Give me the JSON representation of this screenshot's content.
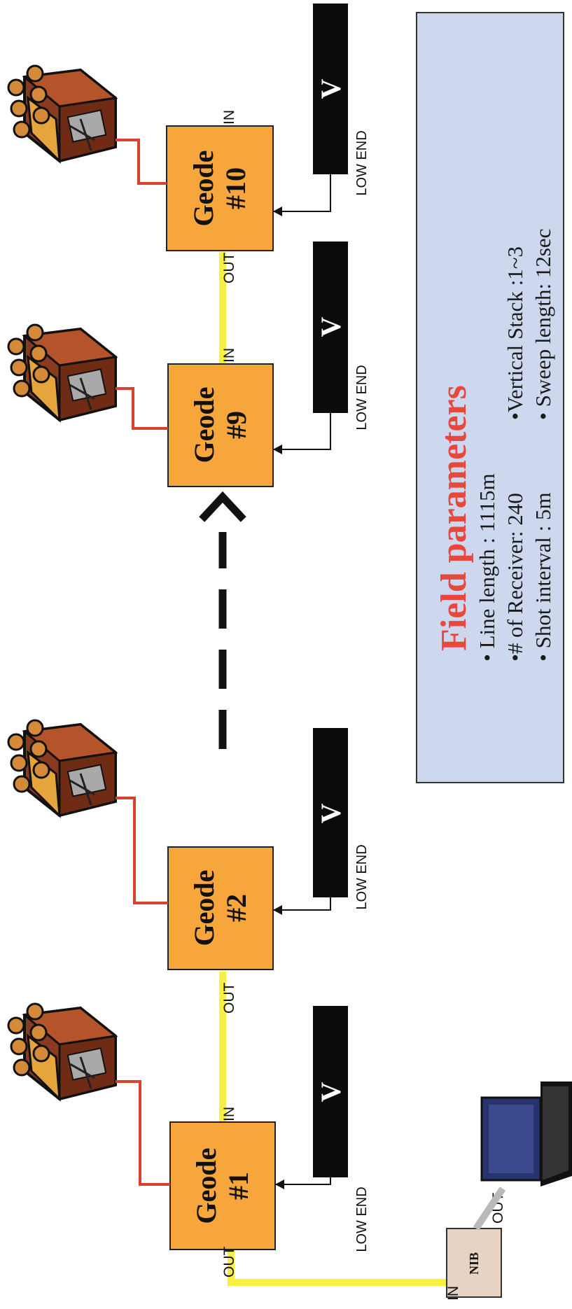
{
  "geodes": [
    {
      "title": "Geode",
      "number": "#1",
      "out_label": "OUT",
      "in_label": "IN",
      "source_label": "V",
      "low_end_label": "LOW END"
    },
    {
      "title": "Geode",
      "number": "#2",
      "out_label": "OUT",
      "in_label": "",
      "source_label": "V",
      "low_end_label": "LOW END"
    },
    {
      "title": "Geode",
      "number": "#9",
      "out_label": "",
      "in_label": "IN",
      "source_label": "V",
      "low_end_label": "LOW END"
    },
    {
      "title": "Geode",
      "number": "#10",
      "out_label": "OUT",
      "in_label": "IN",
      "source_label": "V",
      "low_end_label": "LOW END"
    }
  ],
  "nib": {
    "label": "NIB",
    "in_label": "IN",
    "out_label": "OUT"
  },
  "field_parameters": {
    "title": "Field parameters",
    "column1": [
      "• Line length : 1115m",
      "•# of Receiver: 240",
      "• Shot interval : 5m"
    ],
    "column2": [
      "•Vertical Stack :1~3",
      "• Sweep length: 12sec"
    ]
  },
  "colors": {
    "geode_fill": "#f6a63a",
    "cable_yellow": "#f7f042",
    "battery_wire": "#d9432e",
    "panel_fill": "#cdd8ef",
    "title_red": "#e8483b",
    "source_black": "#0b0b0b",
    "nib_fill": "#e6d3c4",
    "laptop_blue": "#27336c"
  },
  "icons": [
    "battery-icon",
    "vibrator-source-icon",
    "laptop-icon",
    "arrow-up-icon"
  ]
}
